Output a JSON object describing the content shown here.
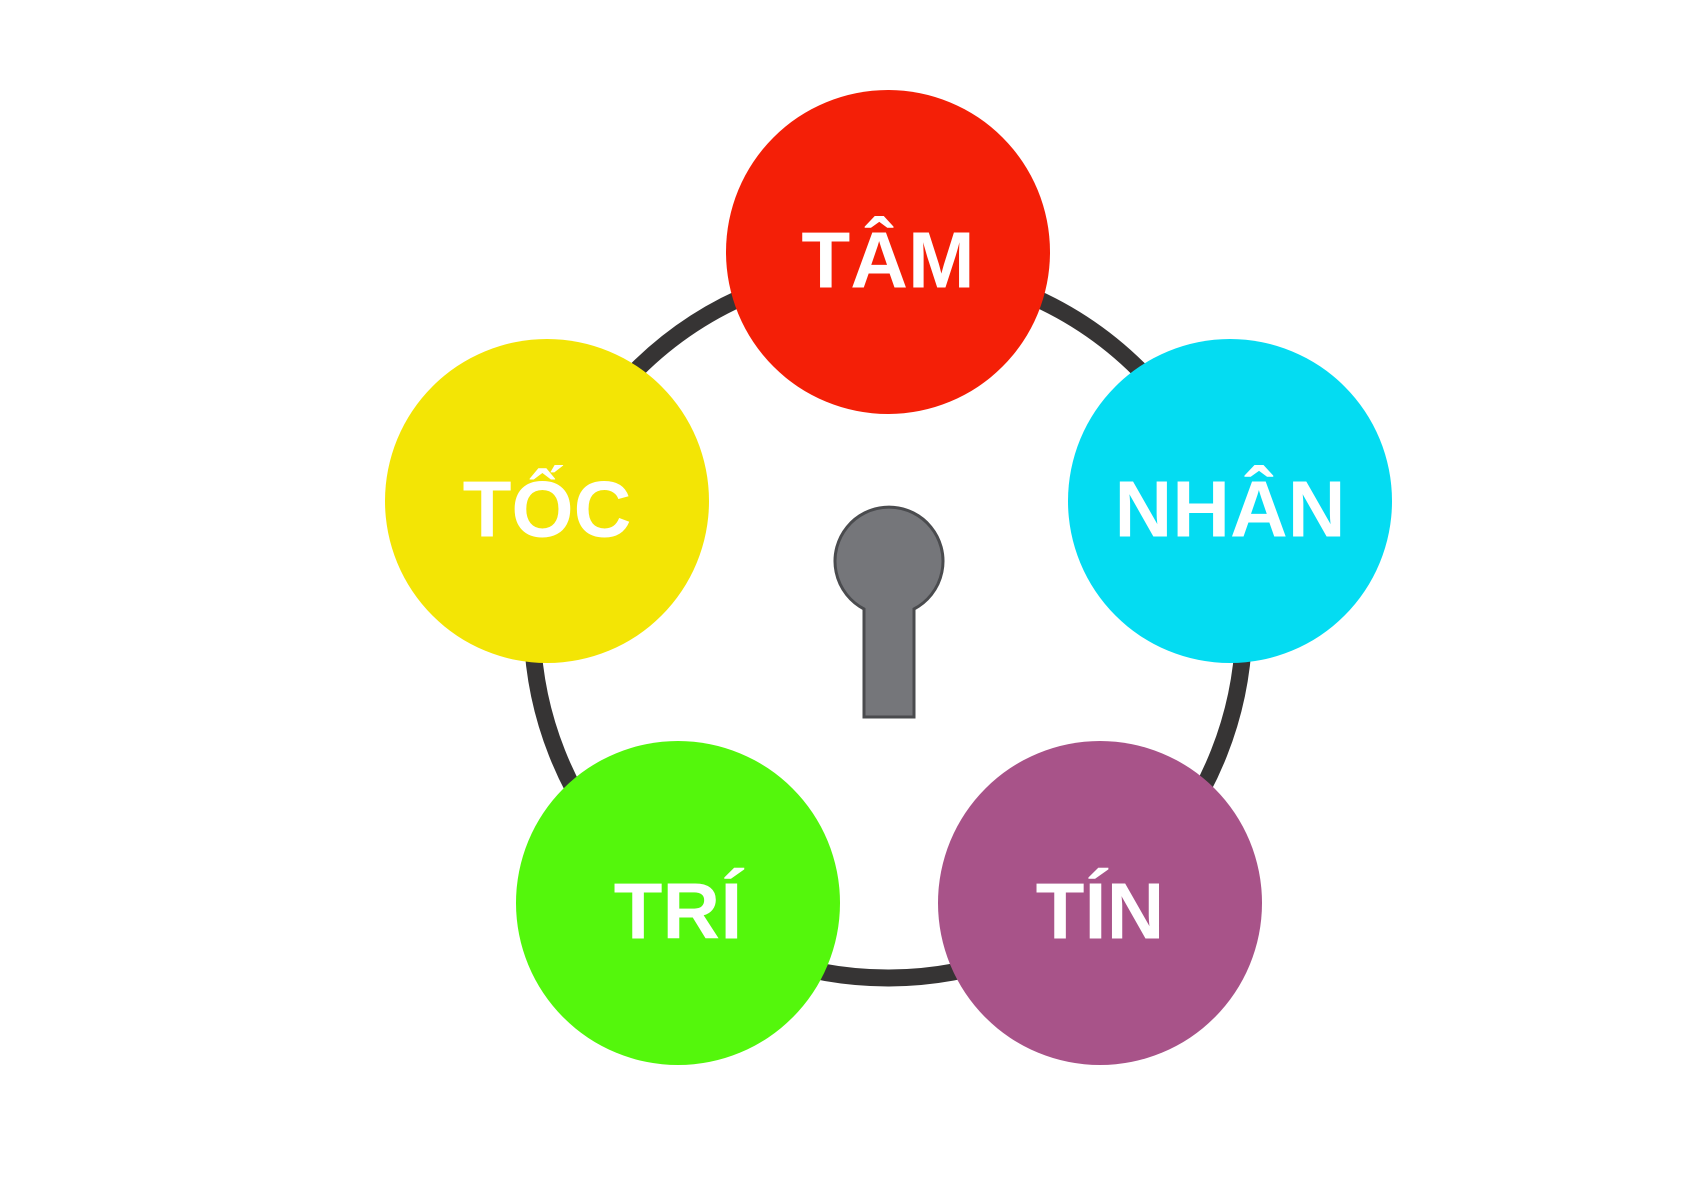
{
  "diagram": {
    "ring_color": "#363434",
    "keyhole_fill": "#75767a",
    "keyhole_stroke": "#4a4b4e",
    "nodes": [
      {
        "id": "tam",
        "label": "TÂM",
        "color": "#f41f07"
      },
      {
        "id": "nhan",
        "label": "NHÂN",
        "color": "#04dcf2"
      },
      {
        "id": "tin",
        "label": "TÍN",
        "color": "#a85389"
      },
      {
        "id": "tri",
        "label": "TRÍ",
        "color": "#54f70c"
      },
      {
        "id": "toc",
        "label": "TỐC",
        "color": "#f3e505"
      }
    ]
  }
}
